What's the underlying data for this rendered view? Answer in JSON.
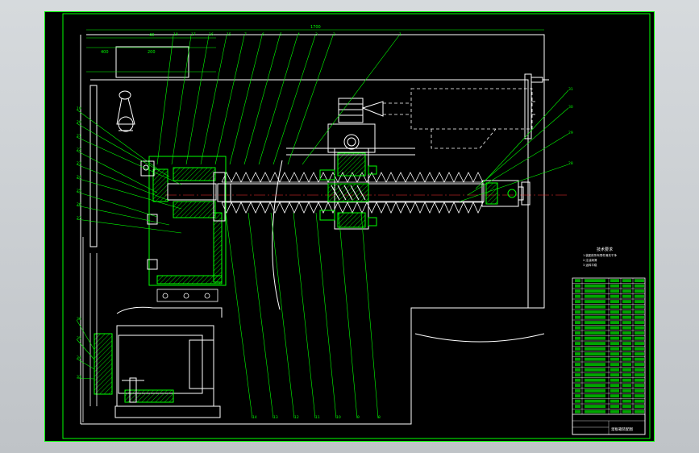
{
  "drawing": {
    "title_block_caption": "溜板箱装配图",
    "tech_requirements_title": "技术要求",
    "tech_requirements": [
      "1.装配前所有零件清洗干净",
      "2.注油润滑",
      "3.运转平稳"
    ],
    "overall_dimension": "1700",
    "sub_dimensions": [
      "40",
      "400",
      "200"
    ],
    "callouts_top": [
      "18",
      "17",
      "16",
      "15",
      "7",
      "6",
      "5",
      "4",
      "3",
      "2",
      "1"
    ],
    "callouts_left": [
      "19",
      "20",
      "21",
      "22",
      "23",
      "24",
      "25",
      "26",
      "27"
    ],
    "callouts_right": [
      "31",
      "30",
      "29",
      "28"
    ],
    "callouts_bottom_left": [
      "36",
      "35",
      "34",
      "33"
    ],
    "callouts_bottom": [
      "14",
      "13",
      "12",
      "11",
      "10",
      "9",
      "8"
    ],
    "parts_table_rows": 26
  },
  "colors": {
    "frame": "#00ff00",
    "geometry": "#ffffff",
    "hatch": "#00ff00",
    "centerline": "#ff3333",
    "callout": "#00ff00",
    "ui_background": "#c3c7cb"
  }
}
